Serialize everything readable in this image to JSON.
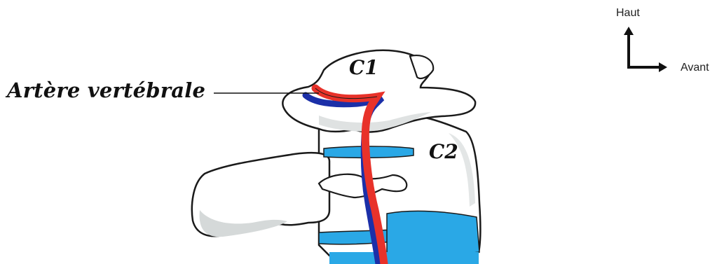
{
  "labels": {
    "artery": "Artère vertébrale",
    "c1": "C1",
    "c2": "C2"
  },
  "orientation": {
    "up": "Haut",
    "forward": "Avant"
  },
  "colors": {
    "artery_red": "#e8322a",
    "vein_blue": "#1b2fa8",
    "disc_cyan": "#2aa8e6",
    "outline": "#1a1a1a",
    "bone_shadow": "#cfd3d3"
  }
}
